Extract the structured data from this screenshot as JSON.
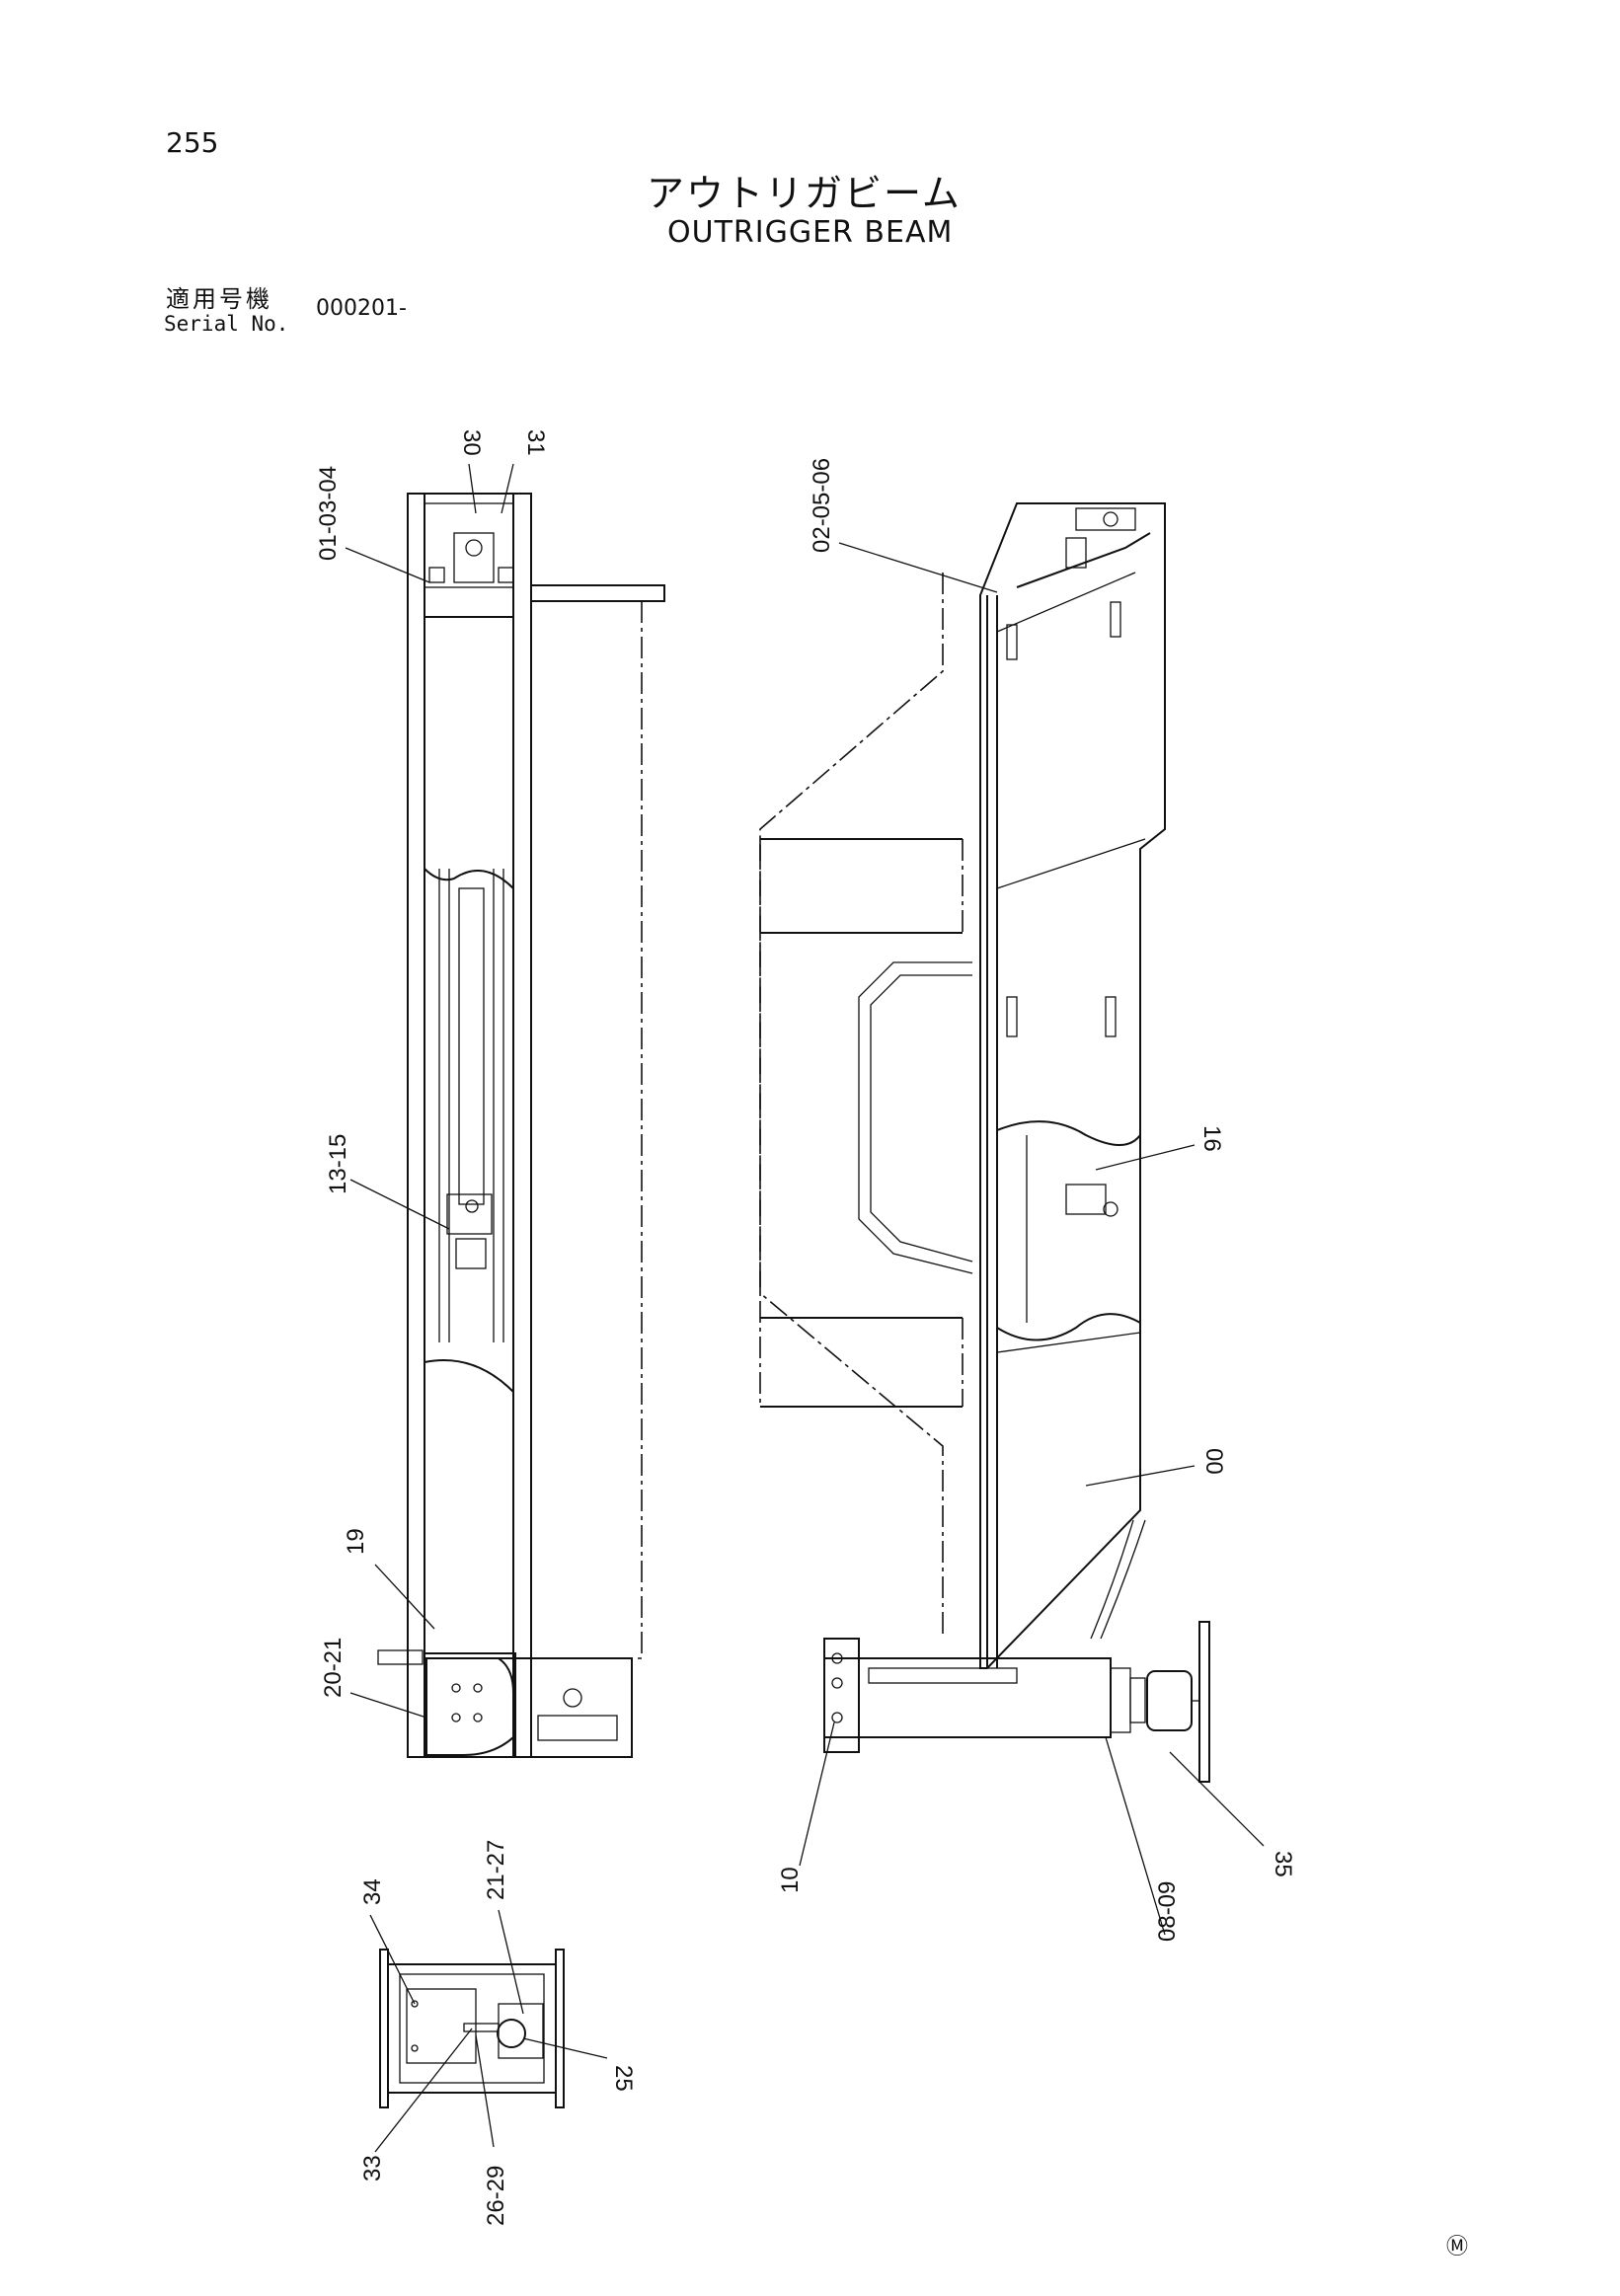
{
  "page": {
    "number": "255",
    "title_jp": "アウトリガビーム",
    "title_en": "OUTRIGGER BEAM",
    "serial_label_jp": "適用号機",
    "serial_label_en": "Serial No.",
    "serial_value": "000201-",
    "footer_mark": "Ⓜ"
  },
  "callouts": {
    "c30": "30",
    "c31": "31",
    "c010304": "01-03-04",
    "c1315": "13-15",
    "c19": "19",
    "c2021": "20-21",
    "c020506": "02-05-06",
    "c16": "16",
    "c00": "00",
    "c10": "10",
    "c0809": "08-09",
    "c35": "35",
    "c34": "34",
    "c2127": "21-27",
    "c25": "25",
    "c33": "33",
    "c2629": "26-29"
  }
}
